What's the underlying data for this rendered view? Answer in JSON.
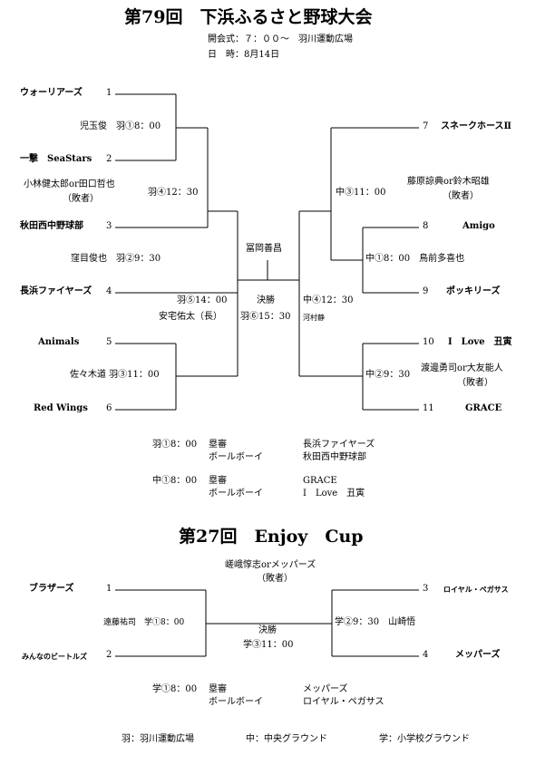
{
  "t1": {
    "title": "第79回　下浜ふるさと野球大会",
    "opening": "開会式：７：００～　羽川運動広場",
    "date": "日　時：8月14日",
    "teams": {
      "t1": {
        "name": "ウォーリアーズ",
        "seed": "1"
      },
      "t2": {
        "name": "一撃　SeaStars",
        "seed": "2"
      },
      "t3": {
        "name": "秋田西中野球部",
        "seed": "3"
      },
      "t4": {
        "name": "長浜ファイヤーズ",
        "seed": "4"
      },
      "t5": {
        "name": "Animals",
        "seed": "5"
      },
      "t6": {
        "name": "Red Wings",
        "seed": "6"
      },
      "t7": {
        "name": "スネークホースⅡ",
        "seed": "7"
      },
      "t8": {
        "name": "Amigo",
        "seed": "8"
      },
      "t9": {
        "name": "ポッキリーズ",
        "seed": "9"
      },
      "t10": {
        "name": "I　Love　丑寅",
        "seed": "10"
      },
      "t11": {
        "name": "GRACE",
        "seed": "11"
      }
    },
    "games": {
      "g1": "児玉俊　羽①8：00",
      "g2": "窪目俊也　羽②9：30",
      "g3": "佐々木道 羽③11：00",
      "g4_line1": "小林健太郎or田口哲也",
      "g4_line2": "（敗者）",
      "g4_time": "羽④12：30",
      "g5_time": "羽⑤14：00",
      "g5_ump": "安宅佑太（長）",
      "final_label": "決勝",
      "final_time": "羽⑥15：30",
      "final_ump": "冨岡善昌",
      "c1": "中①8：00　鳥前多喜也",
      "c2_time": "中②9：30",
      "c2_line1": "渡邊勇司or大友能人",
      "c2_line2": "（敗者）",
      "c3_time": "中③11：00",
      "c3_line1": "藤原諒典or鈴木昭雄",
      "c3_line2": "（敗者）",
      "c4_time": "中④12：30",
      "c4_ump": "河村静"
    },
    "duties": {
      "r1_time": "羽①8：00",
      "r1_role1": "塁審",
      "r1_role2": "ボールボーイ",
      "r1_team1": "長浜ファイヤーズ",
      "r1_team2": "秋田西中野球部",
      "r2_time": "中①8：00",
      "r2_role1": "塁審",
      "r2_role2": "ボールボーイ",
      "r2_team1": "GRACE",
      "r2_team2": "I　Love　丑寅"
    }
  },
  "t2": {
    "title": "第27回　Enjoy　Cup",
    "teams": {
      "t1": {
        "name": "ブラザーズ",
        "seed": "1"
      },
      "t2": {
        "name": "みんなのビートルズ",
        "seed": "2"
      },
      "t3": {
        "name": "ロイヤル・ペガサス",
        "seed": "3"
      },
      "t4": {
        "name": "メッパーズ",
        "seed": "4"
      }
    },
    "games": {
      "g1": "遠藤祐司　学①8：00",
      "g2": "学②9：30　山崎悟",
      "final_ump1": "嵯峨惇志orメッパーズ",
      "final_ump2": "（敗者）",
      "final_label": "決勝",
      "final_time": "学③11：00"
    },
    "duties": {
      "time": "学①8：00",
      "role1": "塁審",
      "role2": "ボールボーイ",
      "team1": "メッパーズ",
      "team2": "ロイヤル・ペガサス"
    }
  },
  "legend": {
    "h": "羽：羽川運動広場",
    "c": "中：中央グラウンド",
    "g": "学：小学校グラウンド"
  }
}
